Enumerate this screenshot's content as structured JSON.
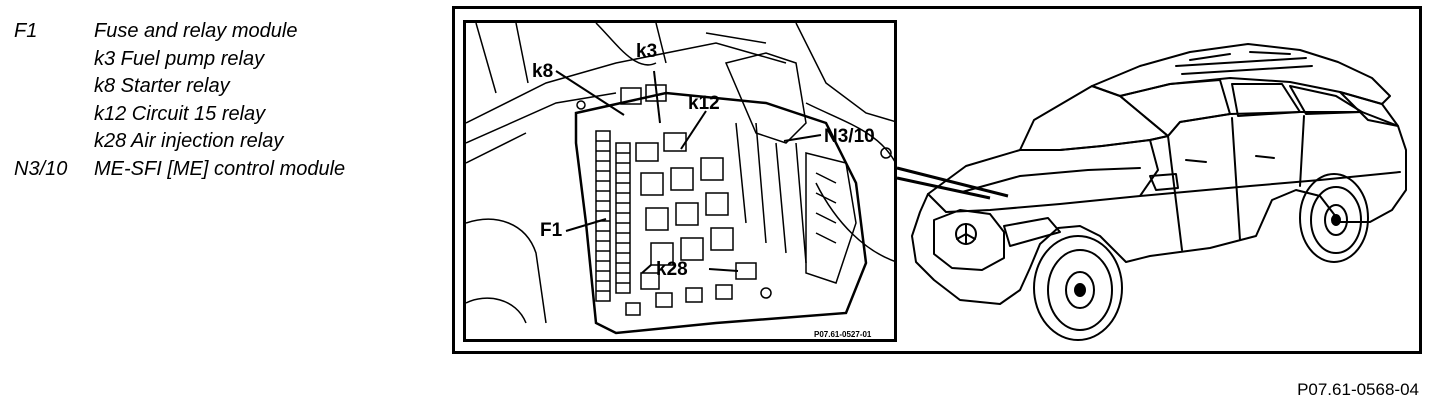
{
  "legend": [
    {
      "code": "F1",
      "text": "Fuse and relay module"
    },
    {
      "code": "",
      "text": "k3 Fuel pump relay"
    },
    {
      "code": "",
      "text": "k8 Starter relay"
    },
    {
      "code": "",
      "text": "k12 Circuit 15 relay"
    },
    {
      "code": "",
      "text": "k28  Air injection relay"
    },
    {
      "code": "N3/10",
      "text": "ME-SFI [ME] control module"
    }
  ],
  "callouts": {
    "k8": "k8",
    "k3": "k3",
    "k12": "k12",
    "n3_10": "N3/10",
    "f1": "F1",
    "k28": "k28"
  },
  "inset_code": "P07.61-0527-01",
  "figure_id": "P07.61-0568-04"
}
